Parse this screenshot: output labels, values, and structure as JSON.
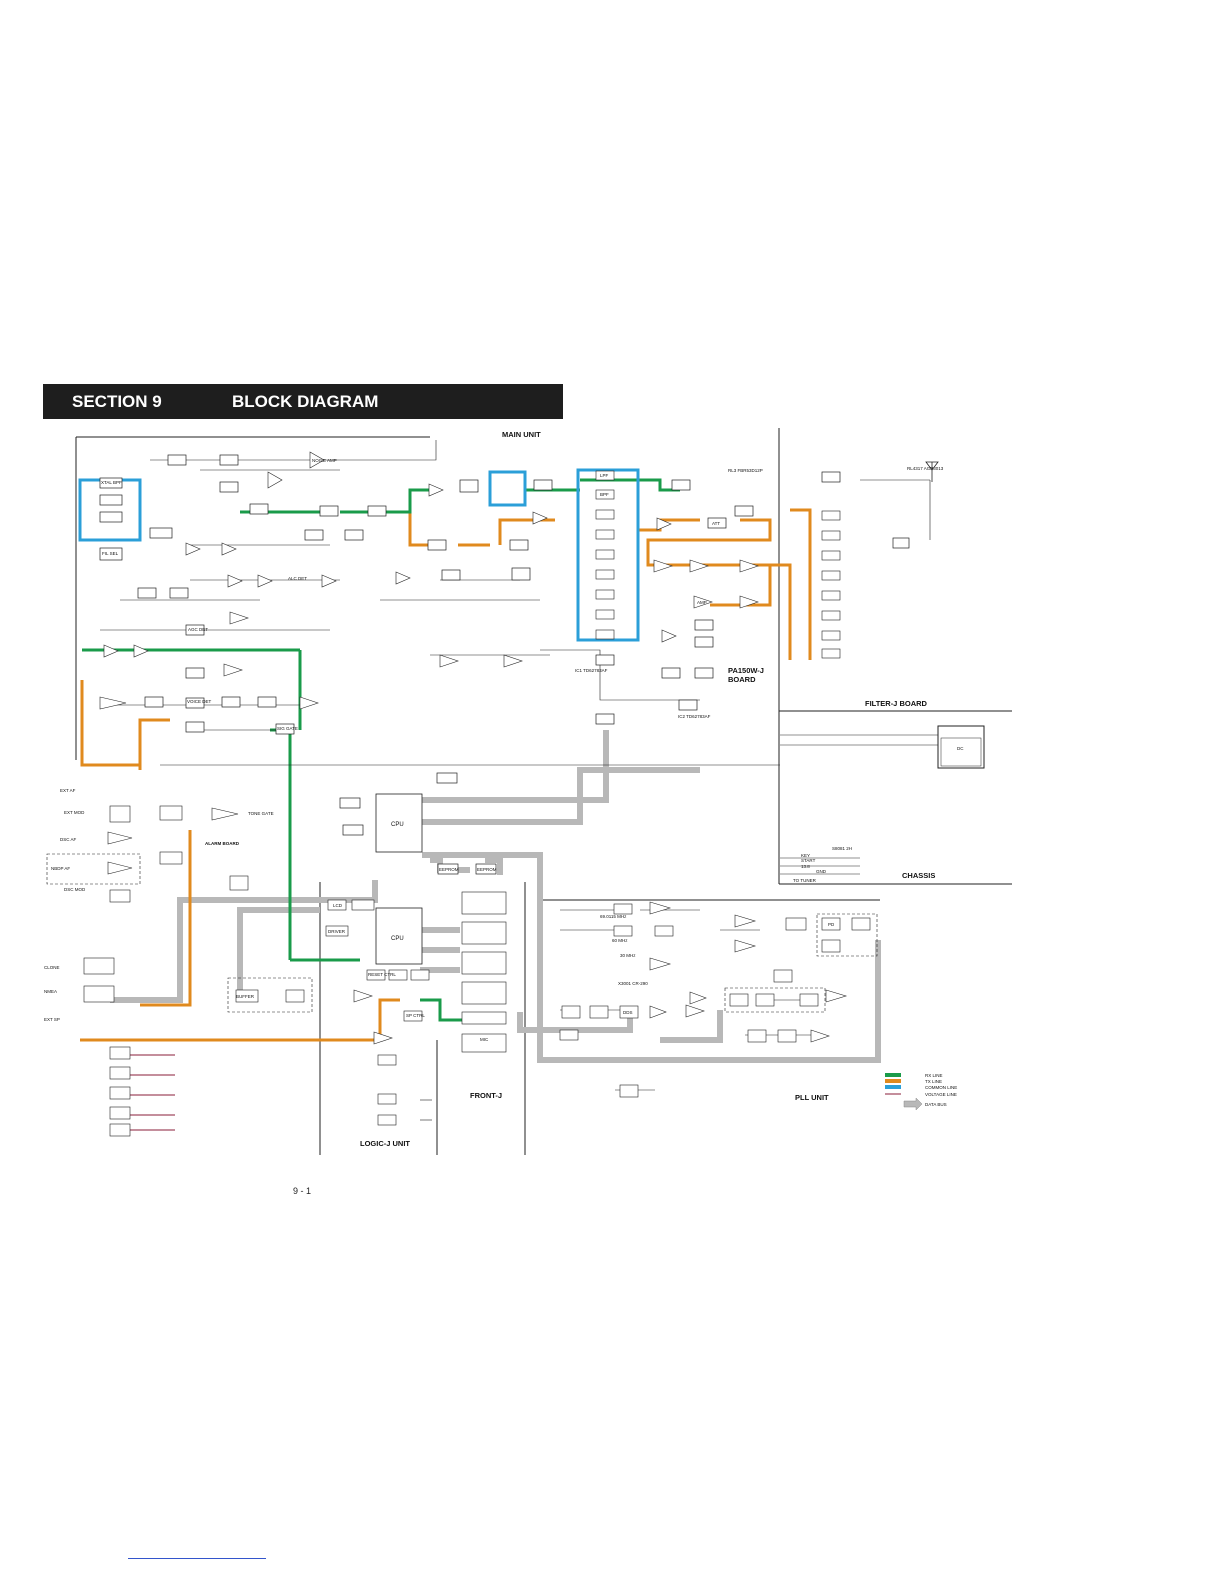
{
  "header": {
    "section": "SECTION 9",
    "title": "BLOCK DIAGRAM"
  },
  "units": {
    "main": "MAIN UNIT",
    "filter": "FILTER-J BOARD",
    "chassis": "CHASSIS",
    "pa": "PA150W-J",
    "pa_board": "BOARD",
    "logic": "LOGIC-J UNIT",
    "front": "FRONT-J",
    "pll": "PLL UNIT",
    "alarm": "ALARM BOARD"
  },
  "legend": {
    "rx": "RX LINE",
    "tx": "TX LINE",
    "common": "COMMON LINE",
    "voltage": "VOLTAGE LINE",
    "databus": "DATA BUS"
  },
  "colors": {
    "rx": "#1a9b4a",
    "tx": "#e08a1e",
    "common": "#2b9fd8",
    "voltage": "#8a1c3a",
    "databus": "#b8b8b8"
  },
  "blocks": {
    "cpu_main": "CPU",
    "cpu_logic": "CPU",
    "lpf": "LPF",
    "bpf": "BPF",
    "amp": "AMP",
    "att": "ATT",
    "agc_det": "AGC DET",
    "eeprom": "EEPROM",
    "lcd": "LCD",
    "driver": "DRIVER",
    "mic": "MIC",
    "pd": "PD",
    "dds": "DDS",
    "buffer": "BUFFER",
    "sig_gate": "SIG GATE",
    "voice_det": "VOICE DET",
    "noise_amp": "NOISE AMP",
    "xtal_bpf": "XTAL BPF",
    "alc_det": "ALC DET",
    "fil_sel": "FIL SEL",
    "tone_gate": "TONE GATE",
    "dc_dc": "DC",
    "reset": "RESET CTRL",
    "sp_ctrl": "SP CTRL"
  },
  "ports": {
    "ext_af": "EXT AF",
    "ext_mod": "EXT MOD",
    "dsc_af": "DSC AF",
    "nbdp_af": "NBDP AF",
    "dsc_mod": "DSC MOD",
    "clone": "CLONE",
    "nmea": "NMEA",
    "ext_sp": "EXT SP",
    "key": "KEY",
    "start": "START",
    "v138": "13.8",
    "gnd": "GND",
    "to_tuner": "TO TUNER"
  },
  "parts": {
    "ic1": "IC1 TD62783AF",
    "ic2": "IC2 TD62783AF",
    "rl3": "RL3 FBR53D12P",
    "rl4317": "RL4317 AGP3013",
    "hz": "69.0115 MHz",
    "mhz60": "60 MHz",
    "mhz30": "30 MHz",
    "x3001": "X3001 CR-290",
    "s8081": "S8081 2H",
    "pagenum": "9 - 1"
  }
}
